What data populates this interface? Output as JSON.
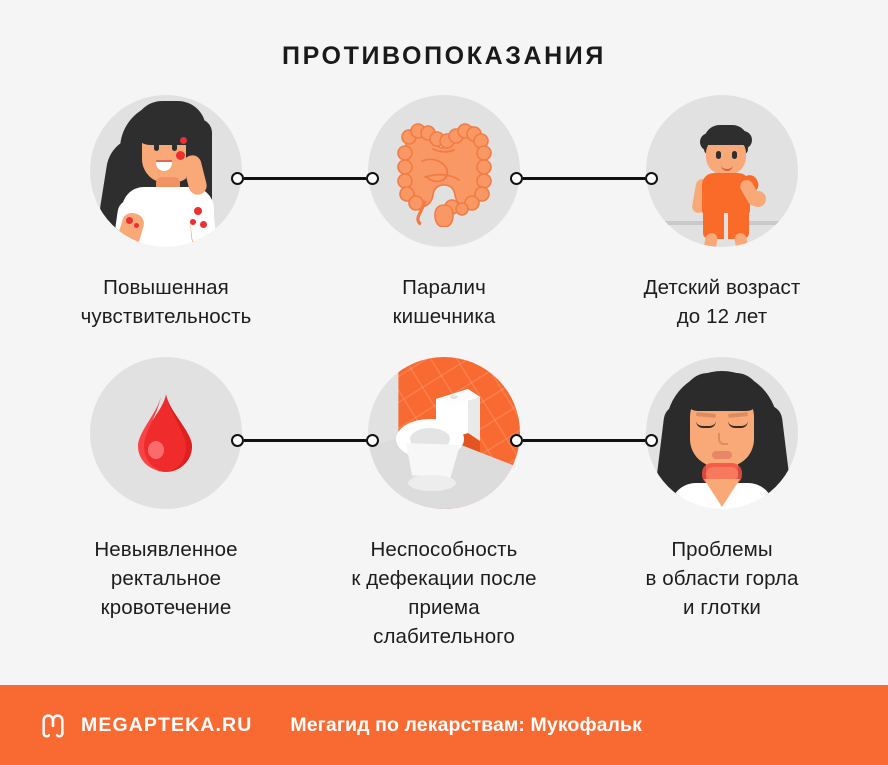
{
  "page": {
    "title": "ПРОТИВОПОКАЗАНИЯ",
    "background_color": "#f5f5f5",
    "accent_color": "#f96a32",
    "circle_color": "#e1e1e1",
    "text_color": "#1d1d1d"
  },
  "items": [
    {
      "id": "hypersensitivity",
      "icon": "woman-with-rash-icon",
      "label": "Повышенная\nчувствительность"
    },
    {
      "id": "intestinal-paralysis",
      "icon": "intestines-icon",
      "label": "Паралич\nкишечника"
    },
    {
      "id": "children-under-12",
      "icon": "child-icon",
      "label": "Детский возраст\nдо 12 лет"
    },
    {
      "id": "undiagnosed-rectal-bleeding",
      "icon": "blood-drop-icon",
      "label": "Невыявленное\nректальное\nкровотечение"
    },
    {
      "id": "inability-to-defecate",
      "icon": "toilet-icon",
      "label": "Неспособность\nк дефекации после\nприема слабительного"
    },
    {
      "id": "throat-problems",
      "icon": "woman-sore-throat-icon",
      "label": "Проблемы\nв области горла\nи глотки"
    }
  ],
  "footer": {
    "logo": "megapteka-m-logo",
    "brand": "MEGAPTEKA.RU",
    "tagline": "Мегагид по лекарствам: Мукофальк",
    "background_color": "#f96a32"
  }
}
